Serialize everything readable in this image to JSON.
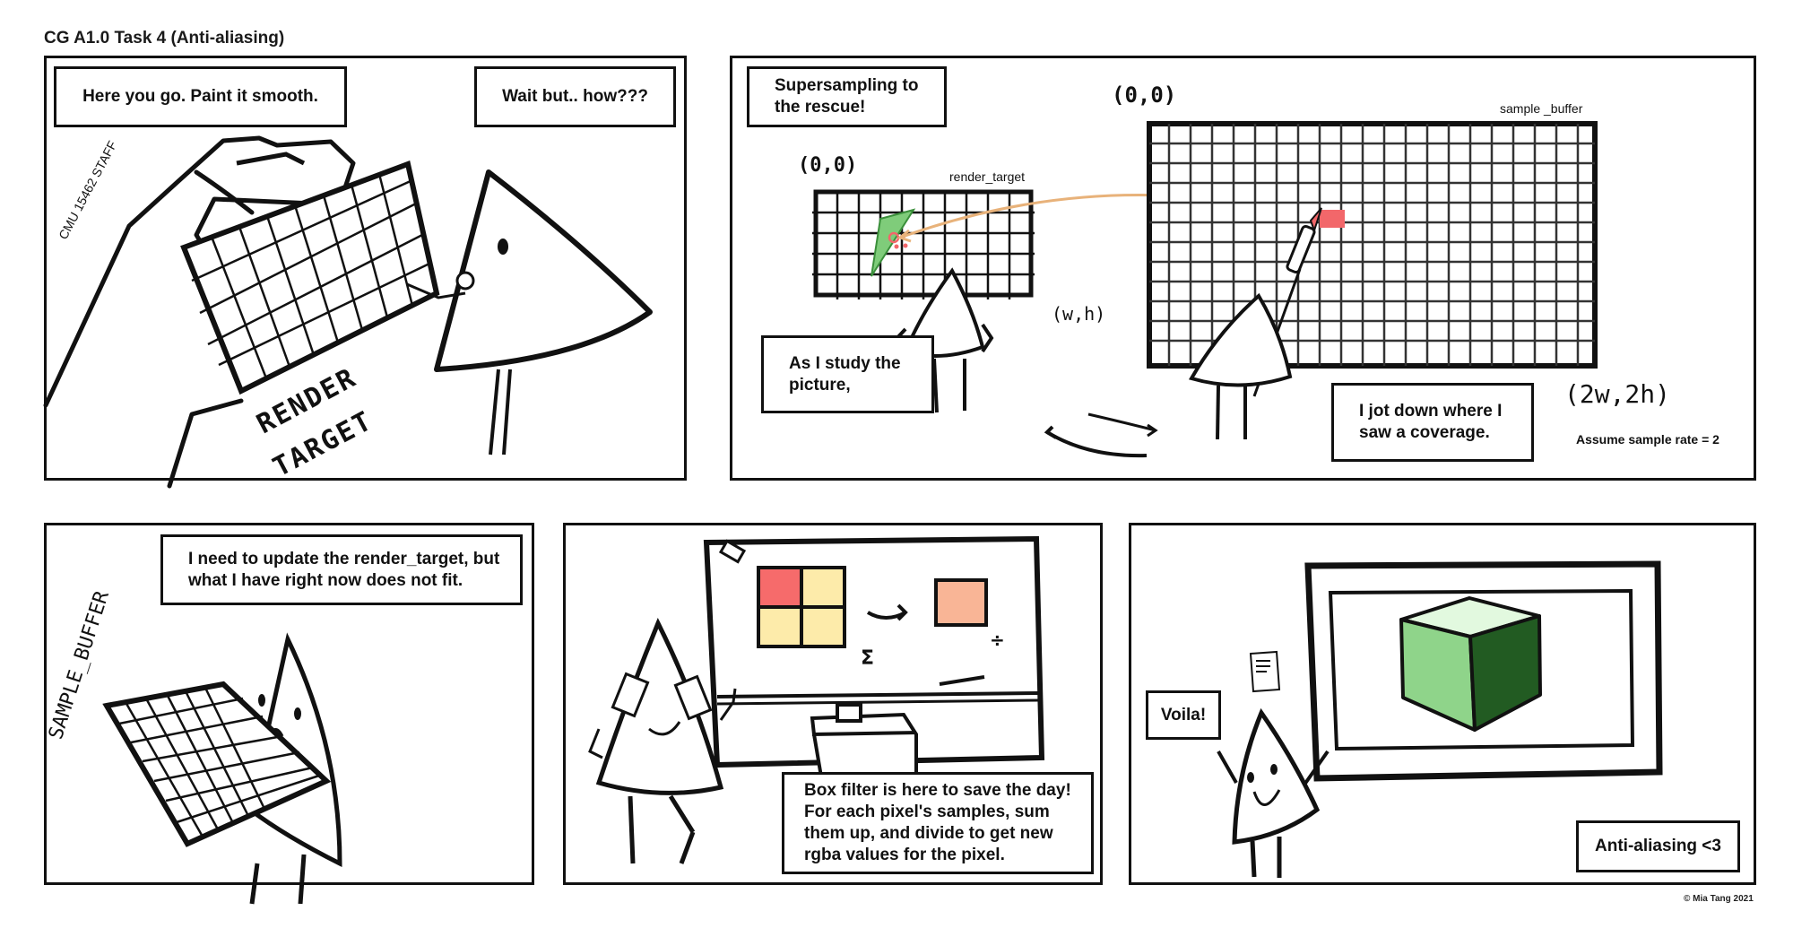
{
  "title": "CG A1.0 Task 4 (Anti-aliasing)",
  "panels": [
    {
      "id": 1,
      "bubbles": [
        "Here you go. Paint it smooth.",
        "Wait but.. how???"
      ],
      "labels": {
        "hand": "CMU 15462 STAFF",
        "grid_line1": "RENDER",
        "grid_line2": "TARGET"
      }
    },
    {
      "id": 2,
      "bubbles": [
        "Supersampling to",
        "the rescue!",
        "As I study the",
        "picture,",
        "I jot down where I",
        "saw a coverage."
      ],
      "labels": {
        "render_origin": "(0,0)",
        "render_target": "render_target",
        "render_extent": "(w,h)",
        "sample_origin": "(0,0)",
        "sample_buffer": "sample _buffer",
        "sample_extent": "(2w,2h)",
        "note": "Assume sample rate = 2"
      },
      "colors": {
        "coverage_triangle": "#7fcc7a",
        "sample_red": "#f2676a",
        "arrow": "#e8b27a"
      }
    },
    {
      "id": 3,
      "bubbles": [
        "I need to update the render_target, but",
        "what I have right now does not fit."
      ],
      "labels": {
        "grid": "SAMPLE_BUFFER"
      }
    },
    {
      "id": 4,
      "bubbles": [
        "Box filter is here to save the day!",
        "For each pixel's samples, sum",
        "them up, and divide to get new",
        "rgba values for the pixel."
      ],
      "labels": {
        "sum": "Σ",
        "divide": "÷"
      },
      "colors": {
        "red": "#f66b6b",
        "yellow": "#fdebaa",
        "result": "#f9b596"
      }
    },
    {
      "id": 5,
      "bubbles": [
        "Voila!",
        "Anti-aliasing <3"
      ],
      "colors": {
        "cube_top": "#e2f9df",
        "cube_front": "#8fd48a",
        "cube_side": "#225b22"
      }
    }
  ],
  "footer": {
    "copyright": "© Mia Tang 2021"
  }
}
